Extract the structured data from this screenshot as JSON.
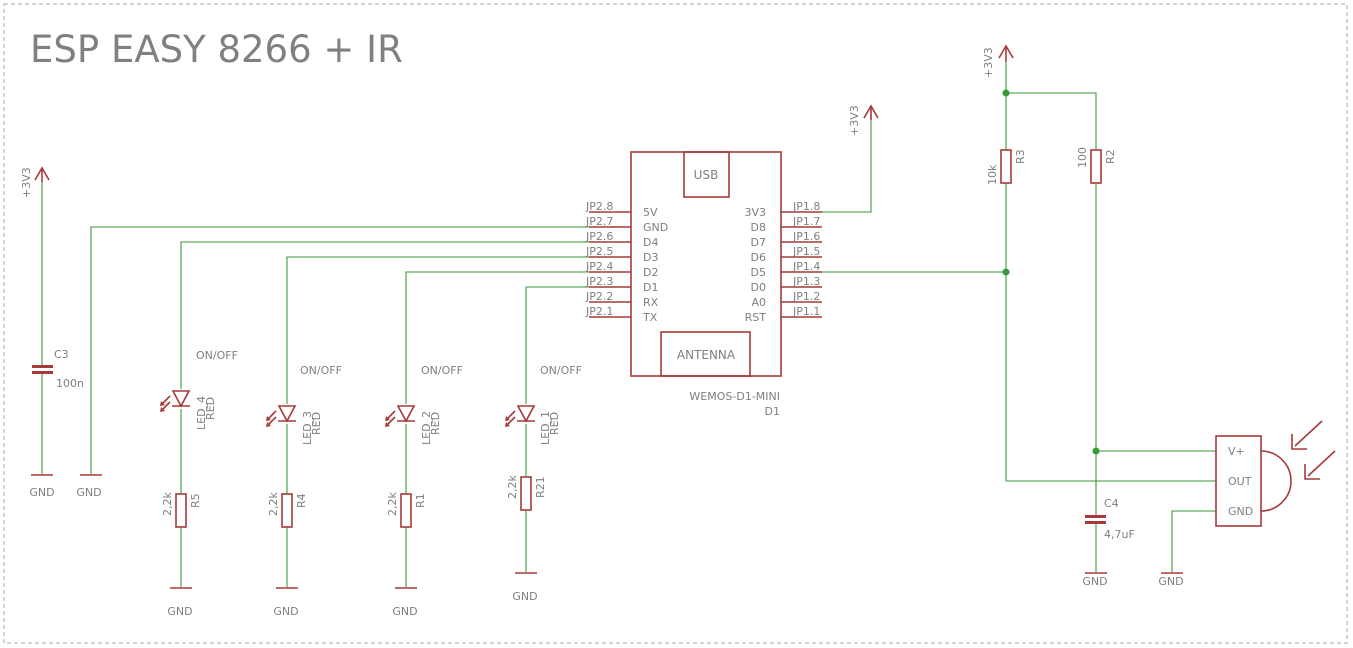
{
  "title": "ESP EASY 8266 + IR",
  "module": {
    "name": "WEMOS-D1-MINI",
    "ref": "D1",
    "usb_label": "USB",
    "antenna_label": "ANTENNA",
    "left_pins": [
      {
        "jp": "JP2.8",
        "name": "5V"
      },
      {
        "jp": "JP2.7",
        "name": "GND"
      },
      {
        "jp": "JP2.6",
        "name": "D4"
      },
      {
        "jp": "JP2.5",
        "name": "D3"
      },
      {
        "jp": "JP2.4",
        "name": "D2"
      },
      {
        "jp": "JP2.3",
        "name": "D1"
      },
      {
        "jp": "JP2.2",
        "name": "RX"
      },
      {
        "jp": "JP2.1",
        "name": "TX"
      }
    ],
    "right_pins": [
      {
        "jp": "JP1.8",
        "name": "3V3"
      },
      {
        "jp": "JP1.7",
        "name": "D8"
      },
      {
        "jp": "JP1.6",
        "name": "D7"
      },
      {
        "jp": "JP1.5",
        "name": "D6"
      },
      {
        "jp": "JP1.4",
        "name": "D5"
      },
      {
        "jp": "JP1.3",
        "name": "D0"
      },
      {
        "jp": "JP1.2",
        "name": "A0"
      },
      {
        "jp": "JP1.1",
        "name": "RST"
      }
    ]
  },
  "supply_label": "+3V3",
  "ground_label": "GND",
  "c3": {
    "name": "C3",
    "value": "100n"
  },
  "c4": {
    "name": "C4",
    "value": "4,7uF"
  },
  "r3": {
    "name": "R3",
    "value": "10k"
  },
  "r2": {
    "name": "R2",
    "value": "100"
  },
  "leds": [
    {
      "name": "LED_4",
      "color": "RED",
      "label": "ON/OFF"
    },
    {
      "name": "LED_3",
      "color": "RED",
      "label": "ON/OFF"
    },
    {
      "name": "LED_2",
      "color": "RED",
      "label": "ON/OFF"
    },
    {
      "name": "LED_1",
      "color": "RED",
      "label": "ON/OFF"
    }
  ],
  "led_resistors": [
    {
      "name": "R5",
      "value": "2,2k"
    },
    {
      "name": "R4",
      "value": "2,2k"
    },
    {
      "name": "R1",
      "value": "2,2k"
    },
    {
      "name": "R21",
      "value": "2,2k"
    }
  ],
  "ir_receiver": {
    "pins": [
      "V+",
      "OUT",
      "GND"
    ]
  },
  "colors": {
    "wire": "#3a9a3a",
    "symbol": "#a63a3a",
    "text": "#7f7f7f",
    "frame": "#a8a8a8"
  }
}
